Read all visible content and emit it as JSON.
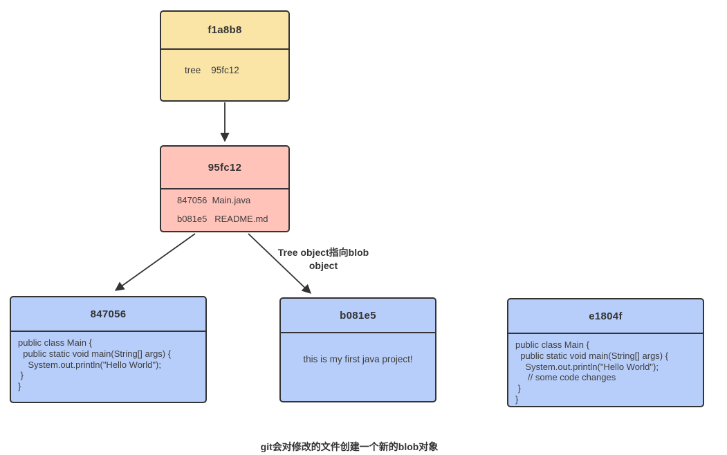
{
  "commit": {
    "id": "f1a8b8",
    "body": "tree    95fc12"
  },
  "tree": {
    "id": "95fc12",
    "entries": [
      "847056  Main.java",
      "b081e5   README.md"
    ]
  },
  "blobs": [
    {
      "id": "847056",
      "content": "public class Main {\n  public static void main(String[] args) {\n    System.out.println(\"Hello World\");\n }\n}"
    },
    {
      "id": "b081e5",
      "content": "this is my first java project!"
    },
    {
      "id": "e1804f",
      "content": "public class Main {\n  public static void main(String[] args) {\n    System.out.println(\"Hello World\");\n     // some code changes\n }\n}"
    }
  ],
  "arrow_label": "Tree object指向blob\nobject",
  "caption": "git会对修改的文件创建一个新的blob对象",
  "colors": {
    "commit_fill": "#FAE5A7",
    "tree_fill": "#FFC3BA",
    "blob_fill": "#B8CEFA",
    "border": "#333333",
    "arrow": "#333333"
  }
}
